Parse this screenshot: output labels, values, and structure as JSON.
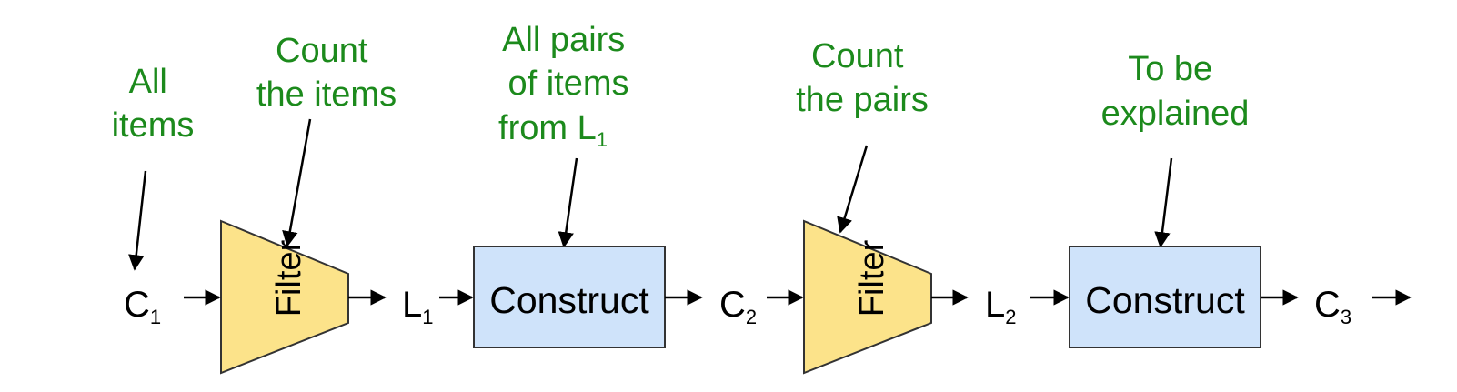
{
  "colors": {
    "annotation": "#1c8a1c",
    "filter_fill": "#fce38a",
    "construct_fill": "#cfe3fa",
    "stroke": "#333333"
  },
  "nodes": {
    "c1": {
      "letter": "C",
      "sub": "1"
    },
    "l1": {
      "letter": "L",
      "sub": "1"
    },
    "c2": {
      "letter": "C",
      "sub": "2"
    },
    "l2": {
      "letter": "L",
      "sub": "2"
    },
    "c3": {
      "letter": "C",
      "sub": "3"
    }
  },
  "filters": {
    "filter1": {
      "label": "Filter"
    },
    "filter2": {
      "label": "Filter"
    }
  },
  "constructs": {
    "construct1": {
      "label": "Construct"
    },
    "construct2": {
      "label": "Construct"
    }
  },
  "annotations": {
    "all_items": {
      "lines": [
        "All",
        "items"
      ]
    },
    "count_items": {
      "lines": [
        "Count",
        "the items"
      ]
    },
    "all_pairs": {
      "lines": [
        "All pairs",
        "of items",
        "from L"
      ],
      "sub": "1"
    },
    "count_pairs": {
      "lines": [
        "Count",
        "the pairs"
      ]
    },
    "to_be_explained": {
      "lines": [
        "To be",
        "explained"
      ]
    }
  }
}
